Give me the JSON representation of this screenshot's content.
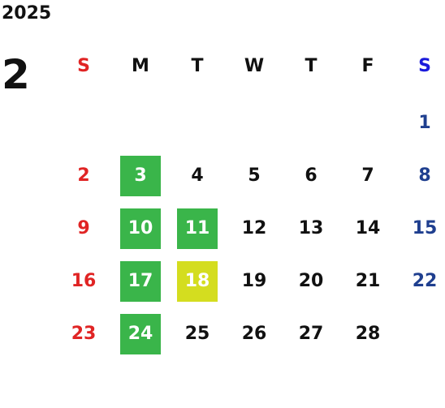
{
  "year": "2025",
  "month": "2",
  "colors": {
    "sunday": "#e02424",
    "saturday_header": "#1a1adb",
    "saturday": "#1f3f8f",
    "weekday": "#111111",
    "highlight_green": "#3ab54a",
    "highlight_yellow": "#d4dd1f",
    "highlight_text": "#ffffff"
  },
  "weekdays": [
    "S",
    "M",
    "T",
    "W",
    "T",
    "F",
    "S"
  ],
  "weeks": [
    [
      null,
      null,
      null,
      null,
      null,
      null,
      {
        "d": "1"
      }
    ],
    [
      {
        "d": "2"
      },
      {
        "d": "3",
        "hl": "green"
      },
      {
        "d": "4"
      },
      {
        "d": "5"
      },
      {
        "d": "6"
      },
      {
        "d": "7"
      },
      {
        "d": "8"
      }
    ],
    [
      {
        "d": "9"
      },
      {
        "d": "10",
        "hl": "green"
      },
      {
        "d": "11",
        "hl": "green"
      },
      {
        "d": "12"
      },
      {
        "d": "13"
      },
      {
        "d": "14"
      },
      {
        "d": "15"
      }
    ],
    [
      {
        "d": "16"
      },
      {
        "d": "17",
        "hl": "green"
      },
      {
        "d": "18",
        "hl": "yellow"
      },
      {
        "d": "19"
      },
      {
        "d": "20"
      },
      {
        "d": "21"
      },
      {
        "d": "22"
      }
    ],
    [
      {
        "d": "23"
      },
      {
        "d": "24",
        "hl": "green"
      },
      {
        "d": "25"
      },
      {
        "d": "26"
      },
      {
        "d": "27"
      },
      {
        "d": "28"
      },
      null
    ]
  ]
}
